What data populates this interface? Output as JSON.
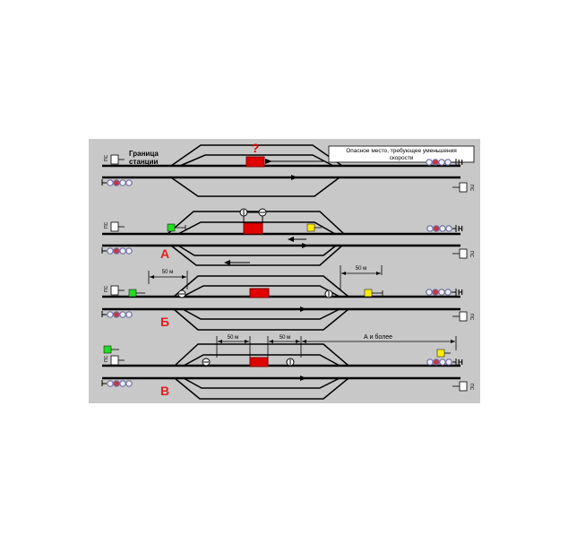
{
  "labels": {
    "station_boundary_1": "Граница",
    "station_boundary_2": "станции",
    "danger_1": "Опасное место, требующее уменьшения",
    "danger_2": "скорости",
    "question": "?",
    "signal_letter": "Н",
    "signal_code": "ПС",
    "sign_code": "Ос"
  },
  "sections": [
    {
      "id": "top",
      "letter": "",
      "dim_left": "",
      "dim_right": "",
      "dim_far": ""
    },
    {
      "id": "A",
      "letter": "А",
      "dim_left": "",
      "dim_right": "",
      "dim_far": ""
    },
    {
      "id": "B",
      "letter": "Б",
      "dim_left": "50 м",
      "dim_right": "50 м",
      "dim_far": ""
    },
    {
      "id": "V",
      "letter": "В",
      "dim_left": "50 м",
      "dim_right": "50 м",
      "dim_far": "А и более"
    }
  ],
  "colors": {
    "background": "#c8c8c8",
    "track": "#000000",
    "danger": "#e00000",
    "letter": "#e02020",
    "green_sign": "#22dd22",
    "yellow_sign": "#ffee00",
    "lamp_blue": "#7070a0",
    "lamp_red": "#d03040"
  }
}
